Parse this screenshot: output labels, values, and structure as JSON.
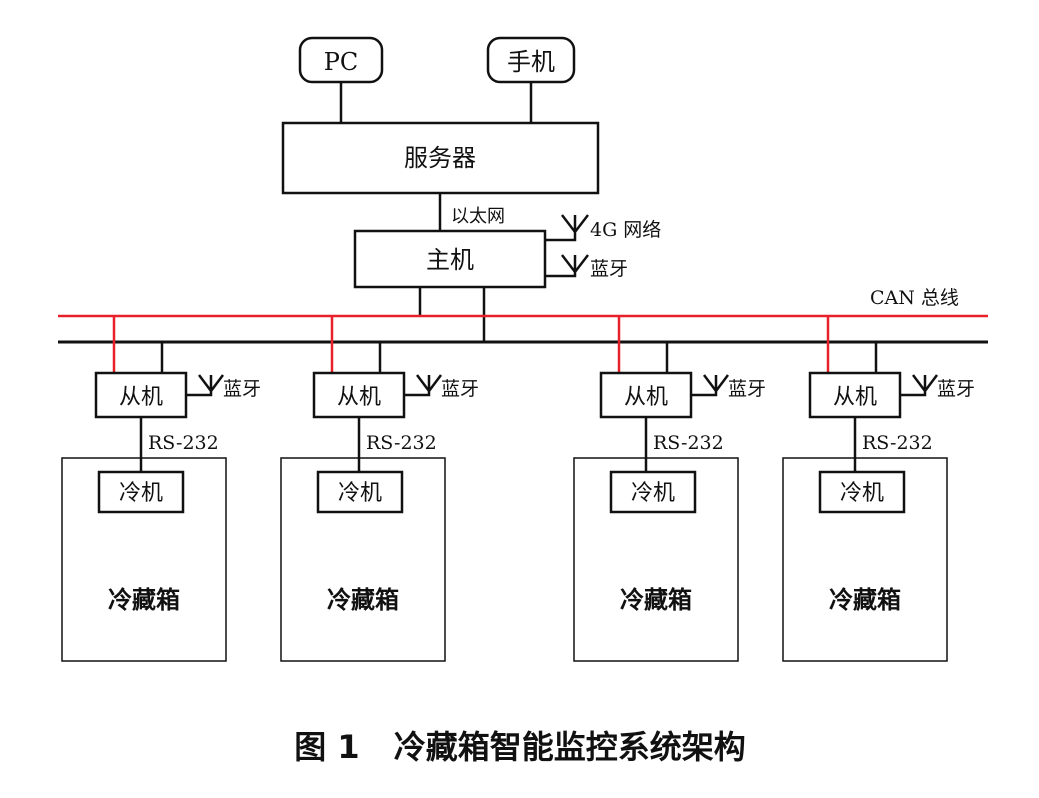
{
  "clients": {
    "pc": "PC",
    "phone": "手机"
  },
  "server": "服务器",
  "links": {
    "ethernet": "以太网",
    "net4g": "4G 网络",
    "bluetooth": "蓝牙",
    "rs232": "RS-232"
  },
  "host": "主机",
  "bus_label": "CAN 总线",
  "slave_label": "从机",
  "chiller_label": "冷机",
  "fridge_label": "冷藏箱",
  "caption": {
    "number": "图 1",
    "title": "冷藏箱智能监控系统架构"
  },
  "colors": {
    "can_bus": "#e8202a",
    "line": "#111111"
  }
}
